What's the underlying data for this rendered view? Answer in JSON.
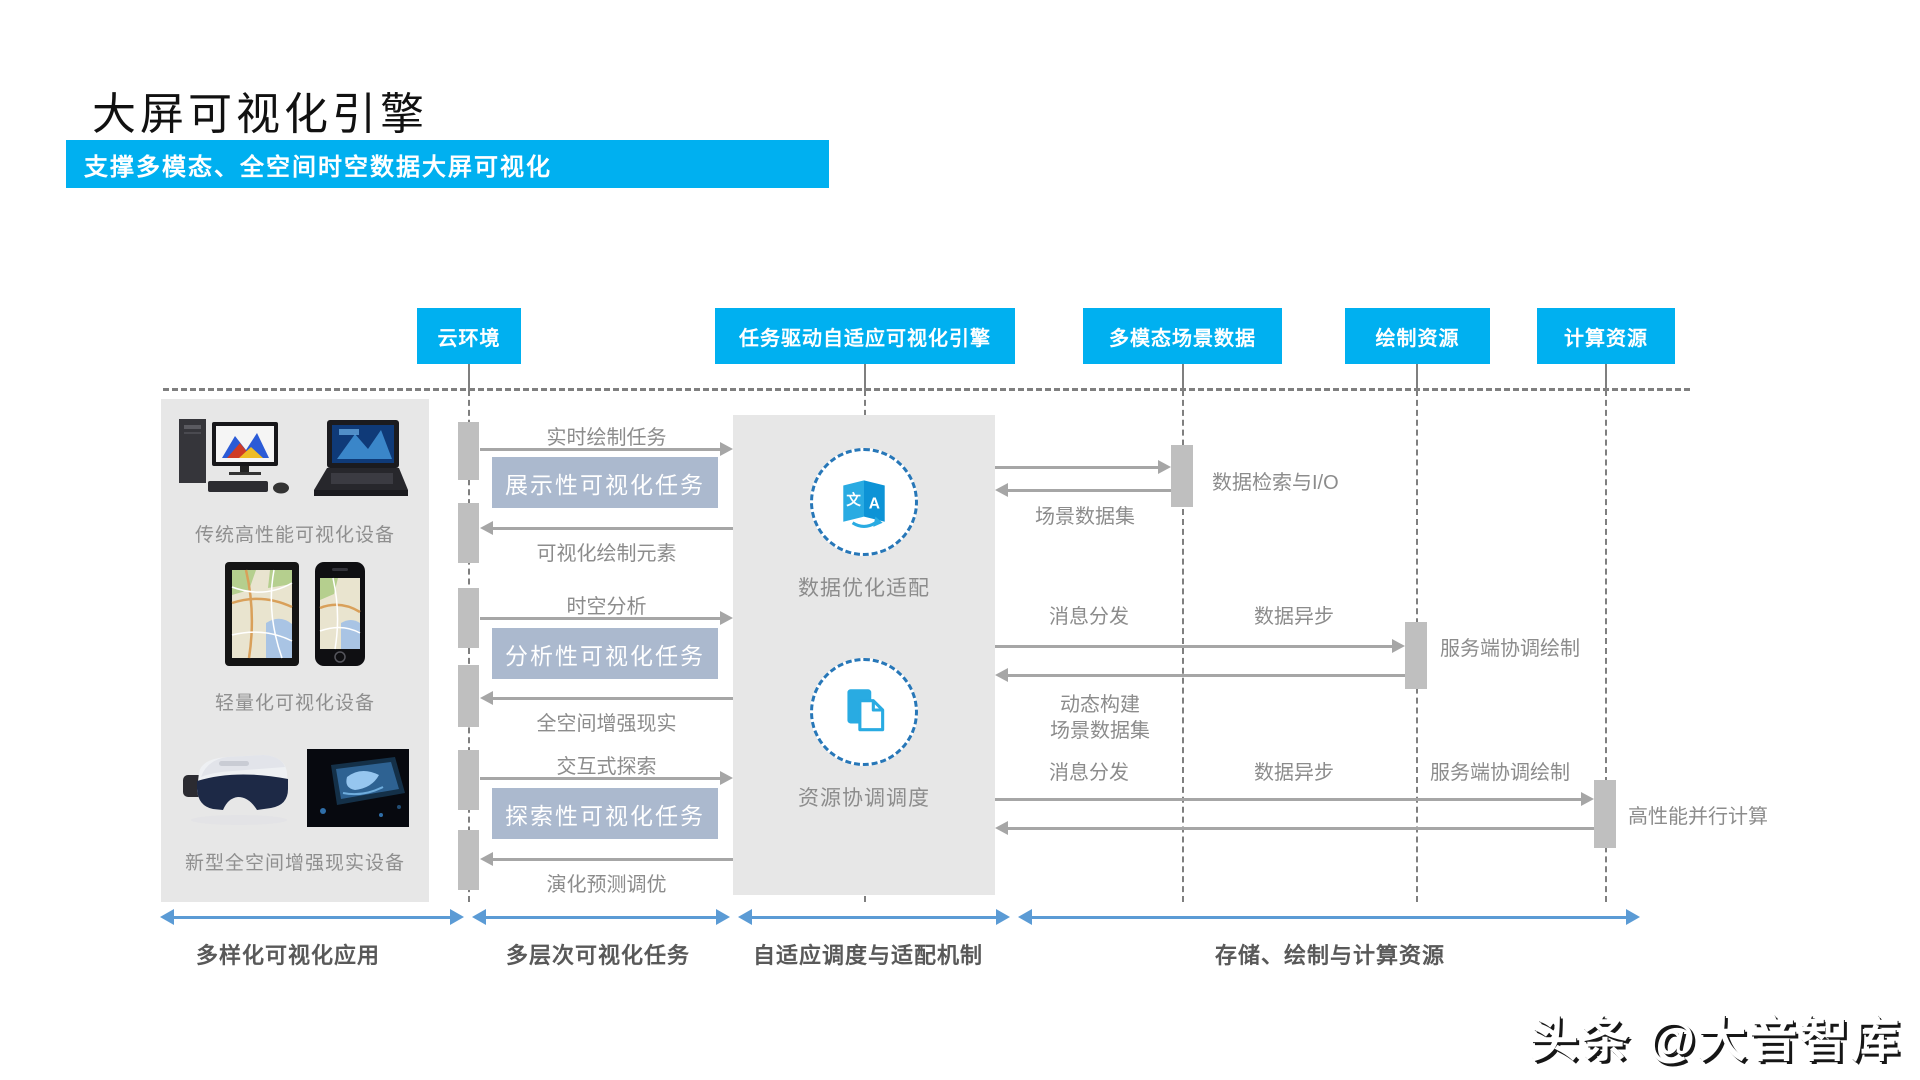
{
  "slide": {
    "title": "大屏可视化引擎",
    "banner": "支撑多模态、全空间时空数据大屏可视化",
    "watermark": "头条 @大音智库"
  },
  "colors": {
    "accent_blue": "#00B0F0",
    "task_box_blue": "#ABB9CE",
    "arrow_gray": "#A6A6A6",
    "activation_bar_gray": "#BFBFBF",
    "panel_gray": "#E7E7E7",
    "footer_arrow_blue": "#5B9BD5",
    "icon_blue": "#29ABE2",
    "dashed_circle_blue": "#2777B8"
  },
  "lifelines": [
    {
      "label": "云环境"
    },
    {
      "label": "任务驱动自适应可视化引擎"
    },
    {
      "label": "多模态场景数据"
    },
    {
      "label": "绘制资源"
    },
    {
      "label": "计算资源"
    }
  ],
  "devices": {
    "groups": [
      {
        "label": "传统高性能可视化设备",
        "icons": [
          "workstation-image",
          "laptop-image"
        ]
      },
      {
        "label": "轻量化可视化设备",
        "icons": [
          "tablet-map-image",
          "smartphone-map-image"
        ]
      },
      {
        "label": "新型全空间增强现实设备",
        "icons": [
          "vr-headset-image",
          "hologram-image"
        ]
      }
    ]
  },
  "engine": {
    "modules": [
      {
        "label": "数据优化适配",
        "icon": "translate-icon"
      },
      {
        "label": "资源协调调度",
        "icon": "copy-documents-icon"
      }
    ]
  },
  "task_flows": [
    {
      "request": "实时绘制任务",
      "task": "展示性可视化任务",
      "response": "可视化绘制元素"
    },
    {
      "request": "时空分析",
      "task": "分析性可视化任务",
      "response": "全空间增强现实"
    },
    {
      "request": "交互式探索",
      "task": "探索性可视化任务",
      "response": "演化预测调优"
    }
  ],
  "resource_flows": [
    {
      "endpoint": "数据检索与I/O",
      "return_line1": "场景数据集",
      "return_line2": "",
      "segments": []
    },
    {
      "endpoint": "服务端协调绘制",
      "return_line1": "动态构建",
      "return_line2": "场景数据集",
      "segments": [
        "消息分发",
        "数据异步"
      ]
    },
    {
      "endpoint": "高性能并行计算",
      "return_line1": "",
      "return_line2": "",
      "segments": [
        "消息分发",
        "数据异步",
        "服务端协调绘制"
      ]
    }
  ],
  "footer_sections": [
    {
      "label": "多样化可视化应用"
    },
    {
      "label": "多层次可视化任务"
    },
    {
      "label": "自适应调度与适配机制"
    },
    {
      "label": "存储、绘制与计算资源"
    }
  ]
}
